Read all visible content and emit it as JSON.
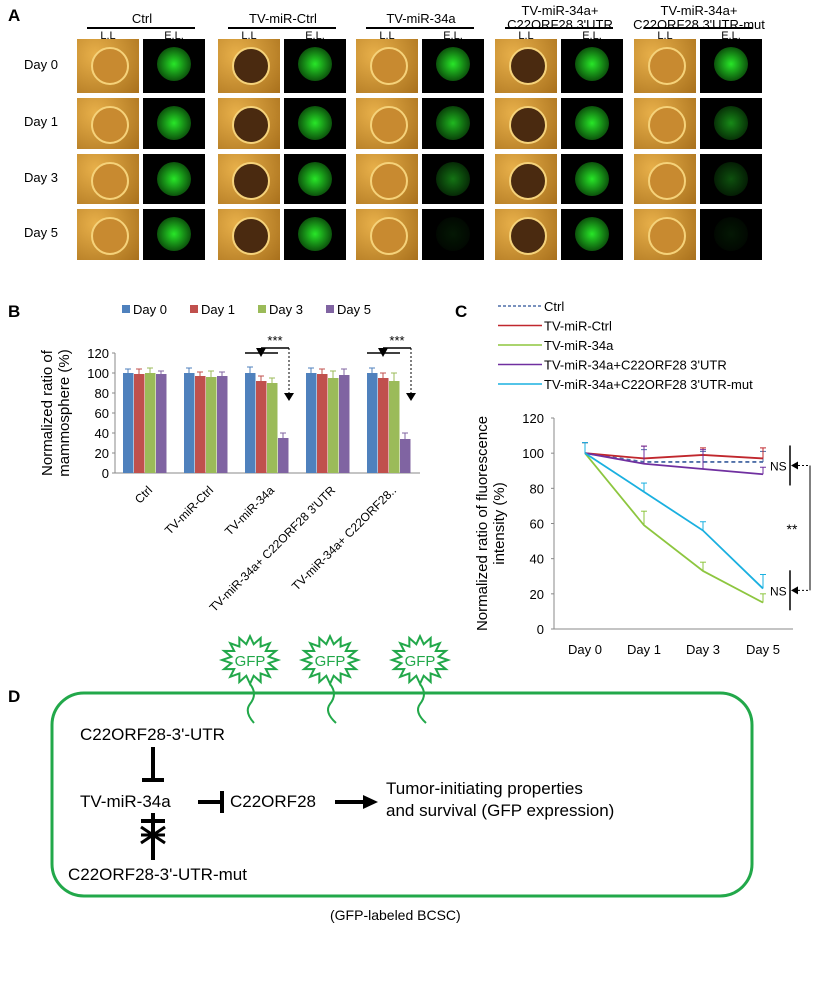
{
  "panelA": {
    "letter": "A",
    "groups": [
      {
        "title": "Ctrl",
        "fade": [
          1,
          1,
          1,
          1
        ]
      },
      {
        "title": "TV-miR-Ctrl",
        "fade": [
          1,
          1,
          1,
          1
        ]
      },
      {
        "title": "TV-miR-34a",
        "fade": [
          1,
          0.8,
          0.5,
          0.1
        ]
      },
      {
        "title": "TV-miR-34a+\nC22ORF28 3'UTR",
        "fade": [
          1,
          1,
          1,
          1
        ]
      },
      {
        "title": "TV-miR-34a+\nC22ORF28 3'UTR-mut",
        "fade": [
          1,
          0.6,
          0.35,
          0.1
        ]
      }
    ],
    "sub_ll": "L.L",
    "sub_el": "E.L.",
    "rows": [
      "Day 0",
      "Day 1",
      "Day 3",
      "Day 5"
    ]
  },
  "chart_data": [
    {
      "letter": "B",
      "type": "bar",
      "categories": [
        "Ctrl",
        "TV-miR-Ctrl",
        "TV-miR-34a",
        "TV-miR-34a+ C22ORF28 3'UTR",
        "TV-miR-34a+ C22ORF28.."
      ],
      "series": [
        {
          "name": "Day 0",
          "color": "#4f81bd",
          "values": [
            100,
            100,
            100,
            100,
            100
          ],
          "err": [
            4,
            5,
            6,
            5,
            5
          ]
        },
        {
          "name": "Day 1",
          "color": "#c0504d",
          "values": [
            99,
            97,
            92,
            99,
            95
          ],
          "err": [
            5,
            4,
            5,
            5,
            5
          ]
        },
        {
          "name": "Day 3",
          "color": "#9bbb59",
          "values": [
            100,
            96,
            90,
            95,
            92
          ],
          "err": [
            5,
            6,
            5,
            7,
            8
          ]
        },
        {
          "name": "Day 5",
          "color": "#8064a2",
          "values": [
            99,
            97,
            35,
            98,
            34
          ],
          "err": [
            3,
            4,
            5,
            6,
            6
          ]
        }
      ],
      "ylabel": "Normalized ratio of\nmammosphere (%)",
      "ylim": [
        0,
        120
      ],
      "yticks": [
        0,
        20,
        40,
        60,
        80,
        100,
        120
      ],
      "annotations": [
        "***",
        "***"
      ],
      "legend": "top"
    },
    {
      "letter": "C",
      "type": "line",
      "x": [
        "Day 0",
        "Day 1",
        "Day 3",
        "Day 5"
      ],
      "series": [
        {
          "name": "Ctrl",
          "color": "#4f6fa8",
          "dashed": true,
          "values": [
            100,
            95,
            95,
            95
          ],
          "err": [
            6,
            7,
            6,
            6
          ]
        },
        {
          "name": "TV-miR-Ctrl",
          "color": "#c0272d",
          "values": [
            100,
            97,
            99,
            97
          ],
          "err": [
            6,
            7,
            4,
            6
          ]
        },
        {
          "name": "TV-miR-34a",
          "color": "#8dc63f",
          "values": [
            100,
            59,
            33,
            15
          ],
          "err": [
            6,
            8,
            5,
            5
          ]
        },
        {
          "name": "TV-miR-34a+C22ORF28 3'UTR",
          "color": "#7030a0",
          "values": [
            100,
            94,
            91,
            88
          ],
          "err": [
            6,
            10,
            11,
            4
          ]
        },
        {
          "name": "TV-miR-34a+C22ORF28 3'UTR-mut",
          "color": "#1ab0e0",
          "values": [
            100,
            78,
            56,
            23
          ],
          "err": [
            6,
            5,
            5,
            8
          ]
        }
      ],
      "ylabel": "Normalized ratio of fluorescence\nintensity (%)",
      "ylim": [
        0,
        120
      ],
      "yticks": [
        0,
        20,
        40,
        60,
        80,
        100,
        120
      ],
      "annotations": {
        "ns": "NS",
        "sig": "**"
      },
      "legend": "top-left"
    }
  ],
  "panelD": {
    "letter": "D",
    "gfp": "GFP",
    "utr": "C22ORF28-3'-UTR",
    "mir": "TV-miR-34a",
    "utr_mut": "C22ORF28-3'-UTR-mut",
    "gene": "C22ORF28",
    "outcome1": "Tumor-initiating properties",
    "outcome2": "and survival  (GFP expression)",
    "caption": "(GFP-labeled BCSC)",
    "color": "#22a84a"
  }
}
